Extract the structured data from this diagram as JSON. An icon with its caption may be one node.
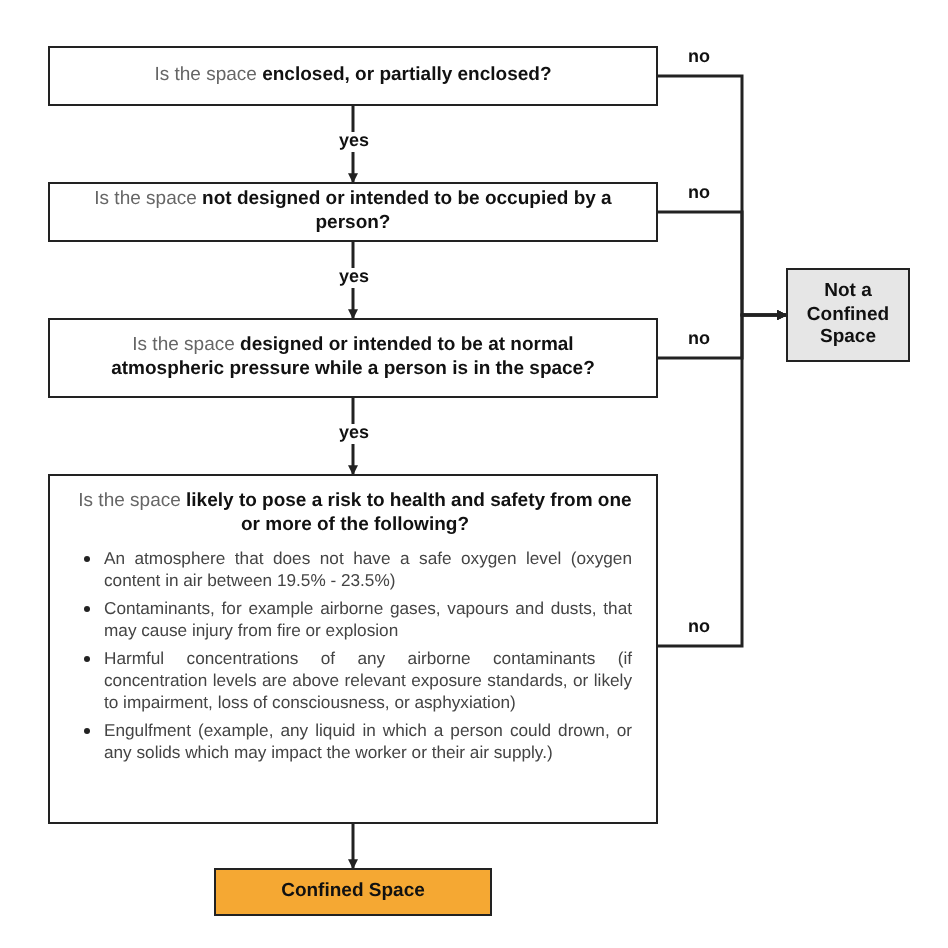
{
  "diagram": {
    "nodes": [
      {
        "text": [
          "Is the space **enclosed, or partially enclosed?**"
        ]
      },
      {
        "text": [
          "Is the space **not designed or intended to be occupied by a person?**"
        ]
      },
      {
        "text": [
          "Is the space **designed or intended to be at normal atmospheric pressure while a person is in the space?**"
        ]
      },
      {
        "text": [
          "Is the space **likely to pose a risk to health and safety from one or more of the following?**",
          "An atmosphere that does not have a safe oxygen level (oxygen content in air between 19.5% - 23.5%)",
          "Contaminants, for example airborne gases, vapours and dusts, that may cause injury from fire or explosion",
          "Harmful concentrations of any airborne contaminants (if concentration levels are above relevant exposure standards, or likely to impairment, loss of consciousness, or asphyxiation)",
          "Engulfment (example, any liquid in which a person could drown, or any solids which may impact the worker or their air supply.)"
        ]
      },
      {
        "text": [
          "Not a Confined Space"
        ]
      },
      {
        "text": [
          "Confined Space"
        ]
      }
    ],
    "edges": [
      {
        "from": 0,
        "to": 1,
        "arrow": "to",
        "label": "yes"
      },
      {
        "from": 1,
        "to": 2,
        "arrow": "to",
        "label": "yes"
      },
      {
        "from": 2,
        "to": 3,
        "arrow": "to",
        "label": "yes"
      },
      {
        "from": 3,
        "to": 5,
        "arrow": "to"
      },
      {
        "from": 0,
        "to": 4,
        "arrow": "to",
        "label": "no"
      },
      {
        "from": 1,
        "to": 4,
        "arrow": "to",
        "label": "no"
      },
      {
        "from": 2,
        "to": 4,
        "arrow": "to",
        "label": "no"
      },
      {
        "from": 3,
        "to": 4,
        "arrow": "to",
        "label": "no"
      }
    ]
  }
}
